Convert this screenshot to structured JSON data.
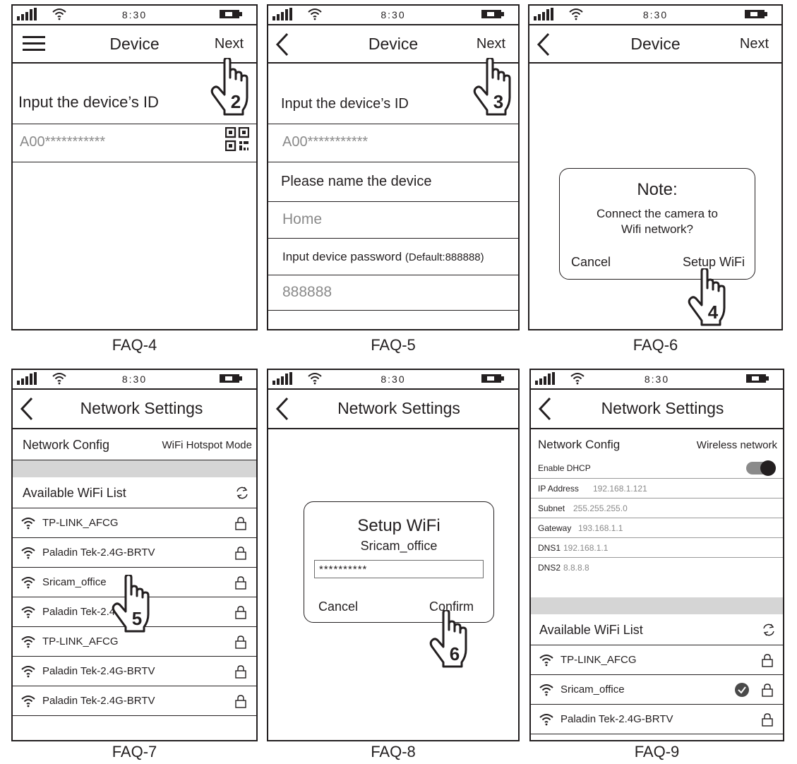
{
  "status": {
    "time": "8:30"
  },
  "faq4": {
    "caption": "FAQ-4",
    "title": "Device",
    "next": "Next",
    "id_label": "Input the device’s ID",
    "id_value": "A00***********",
    "step": "2"
  },
  "faq5": {
    "caption": "FAQ-5",
    "title": "Device",
    "next": "Next",
    "id_label": "Input the device’s ID",
    "id_value": "A00***********",
    "name_label": "Please name the device",
    "name_value": "Home",
    "pwd_label": "Input device password",
    "pwd_hint": "(Default:888888)",
    "pwd_value": "888888",
    "step": "3"
  },
  "faq6": {
    "caption": "FAQ-6",
    "title": "Device",
    "next": "Next",
    "note_title": "Note:",
    "note_line1": "Connect the camera to",
    "note_line2": "Wifi network?",
    "cancel": "Cancel",
    "setup": "Setup WiFi",
    "step": "4"
  },
  "faq7": {
    "caption": "FAQ-7",
    "title": "Network Settings",
    "config_label": "Network Config",
    "config_value": "WiFi Hotspot Mode",
    "list_label": "Available WiFi List",
    "networks": [
      "TP-LINK_AFCG",
      "Paladin Tek-2.4G-BRTV",
      "Sricam_office",
      "Paladin Tek-2.4",
      "TP-LINK_AFCG",
      "Paladin Tek-2.4G-BRTV",
      "Paladin Tek-2.4G-BRTV"
    ],
    "step": "5"
  },
  "faq8": {
    "caption": "FAQ-8",
    "title": "Network Settings",
    "dlg_title": "Setup WiFi",
    "dlg_ssid": "Sricam_office",
    "dlg_pwd": "**********",
    "cancel": "Cancel",
    "confirm": "Confirm",
    "step": "6"
  },
  "faq9": {
    "caption": "FAQ-9",
    "title": "Network Settings",
    "config_label": "Network Config",
    "config_value": "Wireless network",
    "dhcp_label": "Enable DHCP",
    "fields": [
      {
        "label": "IP Address",
        "value": "192.168.1.121"
      },
      {
        "label": "Subnet",
        "value": "255.255.255.0"
      },
      {
        "label": "Gateway",
        "value": "193.168.1.1"
      },
      {
        "label": "DNS1",
        "value": "192.168.1.1"
      },
      {
        "label": "DNS2",
        "value": "8.8.8.8"
      }
    ],
    "list_label": "Available WiFi List",
    "networks": [
      "TP-LINK_AFCG",
      "Sricam_office",
      "Paladin Tek-2.4G-BRTV"
    ]
  }
}
